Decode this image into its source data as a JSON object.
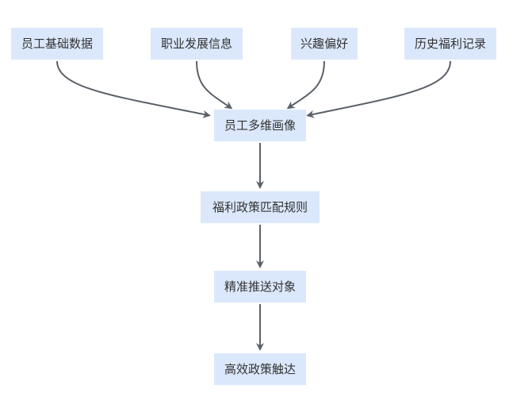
{
  "nodes": {
    "emp_base": "员工基础数据",
    "career": "职业发展信息",
    "interest": "兴趣偏好",
    "history": "历史福利记录",
    "portrait": "员工多维画像",
    "rules": "福利政策匹配规则",
    "target": "精准推送对象",
    "reach": "高效政策触达"
  },
  "colors": {
    "node_fill": "#dbe8fb",
    "edge": "#5b6169",
    "text": "#333333"
  }
}
